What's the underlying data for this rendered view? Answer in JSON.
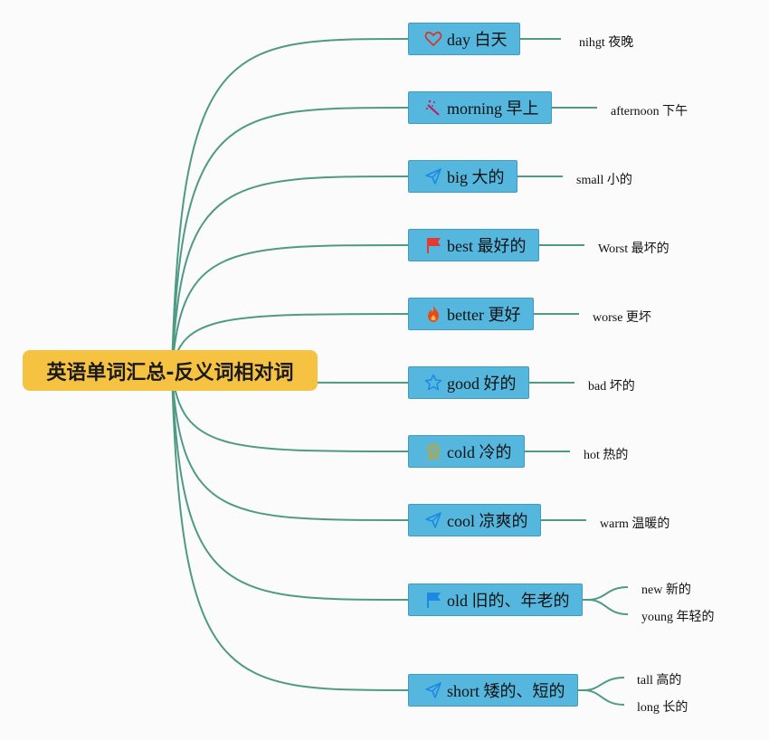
{
  "root": {
    "label": "英语单词汇总-反义词相对词"
  },
  "branches": [
    {
      "label": "day 白天",
      "icon": "heart-icon",
      "leaves": [
        "nihgt 夜晚"
      ]
    },
    {
      "label": "morning 早上",
      "icon": "magic-wand-icon",
      "leaves": [
        "afternoon 下午"
      ]
    },
    {
      "label": "big 大的",
      "icon": "paper-plane-icon",
      "leaves": [
        "small 小的"
      ]
    },
    {
      "label": "best 最好的",
      "icon": "red-flag-icon",
      "leaves": [
        "Worst 最坏的"
      ]
    },
    {
      "label": "better 更好",
      "icon": "fire-icon",
      "leaves": [
        "worse 更坏"
      ]
    },
    {
      "label": "good 好的",
      "icon": "star-icon",
      "leaves": [
        "bad 坏的"
      ]
    },
    {
      "label": "cold 冷的",
      "icon": "award-icon",
      "leaves": [
        "hot 热的"
      ]
    },
    {
      "label": "cool 凉爽的",
      "icon": "paper-plane-icon",
      "leaves": [
        "warm 温暖的"
      ]
    },
    {
      "label": "old 旧的、年老的",
      "icon": "blue-flag-icon",
      "leaves": [
        "new 新的",
        "young 年轻的"
      ]
    },
    {
      "label": "short 矮的、短的",
      "icon": "paper-plane-icon",
      "leaves": [
        "tall 高的",
        "long 长的"
      ]
    }
  ],
  "colors": {
    "root_bg": "#f5c242",
    "node_bg": "#55b7de",
    "line": "#4e9a85"
  }
}
